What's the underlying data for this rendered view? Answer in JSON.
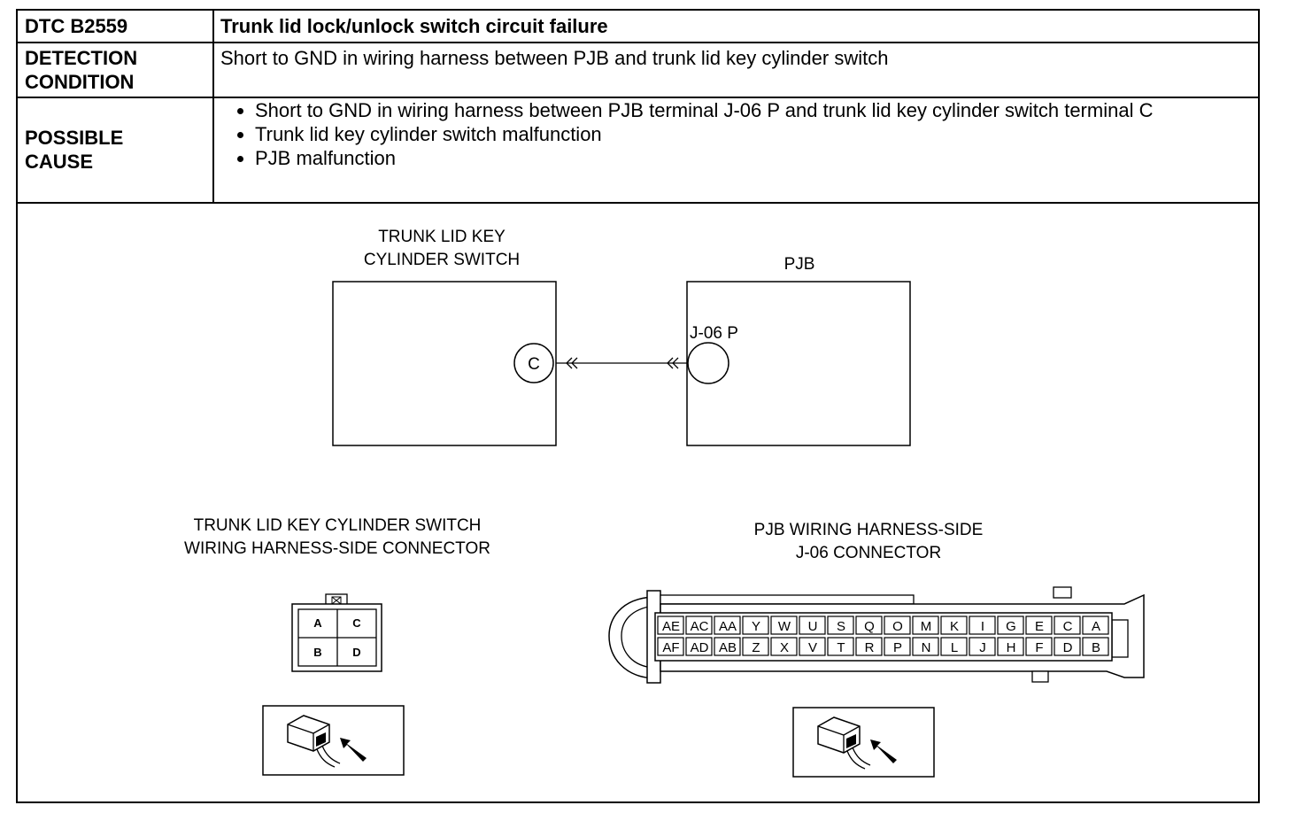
{
  "table": {
    "dtc_label": "DTC B2559",
    "dtc_title": "Trunk lid lock/unlock switch circuit failure",
    "detection_label_1": "DETECTION",
    "detection_label_2": "CONDITION",
    "detection_text": "Short to GND in wiring harness between PJB and trunk lid key cylinder switch",
    "cause_label_1": "POSSIBLE",
    "cause_label_2": "CAUSE",
    "causes": [
      "Short to GND in wiring harness between PJB terminal J-06 P and trunk lid key cylinder switch terminal C",
      "Trunk lid key cylinder switch malfunction",
      "PJB malfunction"
    ]
  },
  "diagram": {
    "switch_label_1": "TRUNK LID KEY",
    "switch_label_2": "CYLINDER SWITCH",
    "pjb_label": "PJB",
    "switch_terminal": "C",
    "pjb_terminal": "J-06 P",
    "connector1_title_1": "TRUNK LID KEY CYLINDER SWITCH",
    "connector1_title_2": "WIRING HARNESS-SIDE CONNECTOR",
    "connector1_pins": [
      "A",
      "C",
      "B",
      "D"
    ],
    "connector2_title_1": "PJB WIRING HARNESS-SIDE",
    "connector2_title_2": "J-06 CONNECTOR",
    "connector2_top_row": [
      "AE",
      "AC",
      "AA",
      "Y",
      "W",
      "U",
      "S",
      "Q",
      "O",
      "M",
      "K",
      "I",
      "G",
      "E",
      "C",
      "A"
    ],
    "connector2_bottom_row": [
      "AF",
      "AD",
      "AB",
      "Z",
      "X",
      "V",
      "T",
      "R",
      "P",
      "N",
      "L",
      "J",
      "H",
      "F",
      "D",
      "B"
    ]
  }
}
